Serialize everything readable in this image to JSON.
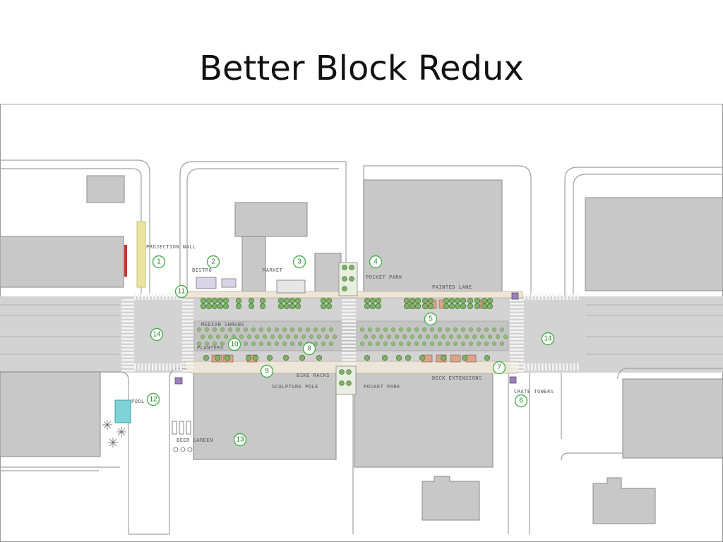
{
  "slide": {
    "title": "Better Block Redux"
  },
  "markers": [
    {
      "id": "marker-1",
      "label": "1"
    },
    {
      "id": "marker-2",
      "label": "2"
    },
    {
      "id": "marker-3",
      "label": "3"
    },
    {
      "id": "marker-4",
      "label": "4"
    },
    {
      "id": "marker-5",
      "label": "5"
    },
    {
      "id": "marker-6",
      "label": "6"
    },
    {
      "id": "marker-7",
      "label": "7"
    },
    {
      "id": "marker-8",
      "label": "8"
    },
    {
      "id": "marker-9",
      "label": "9"
    },
    {
      "id": "marker-10",
      "label": "10"
    },
    {
      "id": "marker-11",
      "label": "11"
    },
    {
      "id": "marker-12",
      "label": "12"
    },
    {
      "id": "marker-13",
      "label": "13"
    },
    {
      "id": "marker-14-west",
      "label": "14"
    },
    {
      "id": "marker-14-east",
      "label": "14"
    }
  ],
  "annotations": {
    "projection_wall": "PROJECTION WALL",
    "bistro": "BISTRO",
    "market": "MARKET",
    "pocket_park_north": "POCKET PARK",
    "painted_lane": "PAINTED LANE",
    "median_shrubs": "MEDIAN SHRUBS",
    "planters": "PLANTERS",
    "bike_racks": "BIKE RACKS",
    "sculpture_pole": "SCULPTURE POLE",
    "pocket_park_south": "POCKET PARK",
    "deck_extensions": "DECK EXTENSIONS",
    "crate_towers": "CRATE TOWERS",
    "pool": "POOL",
    "beer_garden": "BEER GARDEN"
  },
  "colors": {
    "building": "#c8c8c8",
    "street": "#d2d2d2",
    "sidewalk": "#ede5d8",
    "tree": "#7fb069",
    "marker_ring": "#4caf50",
    "parklet": "#d8a58a"
  }
}
